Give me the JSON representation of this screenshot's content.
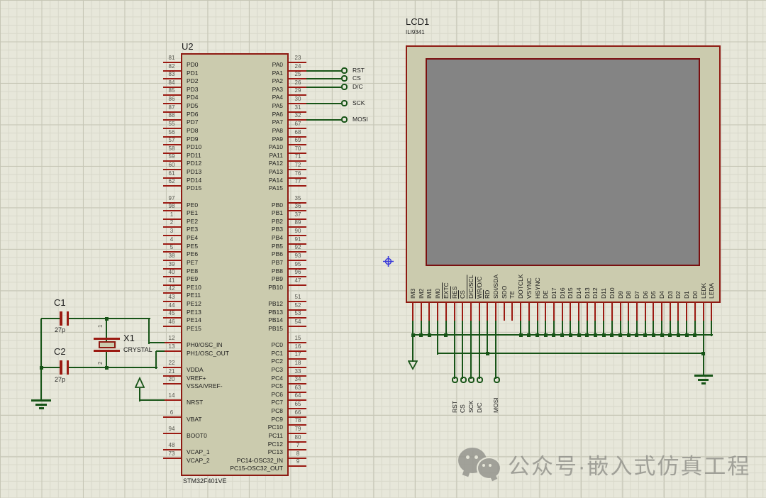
{
  "schematic": {
    "mcu": {
      "ref": "U2",
      "value": "STM32F401VE",
      "left_pins": [
        [
          "81",
          "PD0"
        ],
        [
          "82",
          "PD1"
        ],
        [
          "83",
          "PD2"
        ],
        [
          "84",
          "PD3"
        ],
        [
          "85",
          "PD4"
        ],
        [
          "86",
          "PD5"
        ],
        [
          "87",
          "PD6"
        ],
        [
          "88",
          "PD7"
        ],
        [
          "55",
          "PD8"
        ],
        [
          "56",
          "PD9"
        ],
        [
          "57",
          "PD10"
        ],
        [
          "58",
          "PD11"
        ],
        [
          "59",
          "PD12"
        ],
        [
          "60",
          "PD13"
        ],
        [
          "61",
          "PD14"
        ],
        [
          "62",
          "PD15"
        ],
        null,
        [
          "97",
          "PE0"
        ],
        [
          "98",
          "PE1"
        ],
        [
          "1",
          "PE2"
        ],
        [
          "2",
          "PE3"
        ],
        [
          "3",
          "PE4"
        ],
        [
          "4",
          "PE5"
        ],
        [
          "5",
          "PE6"
        ],
        [
          "38",
          "PE7"
        ],
        [
          "39",
          "PE8"
        ],
        [
          "40",
          "PE9"
        ],
        [
          "41",
          "PE10"
        ],
        [
          "42",
          "PE11"
        ],
        [
          "43",
          "PE12"
        ],
        [
          "44",
          "PE13"
        ],
        [
          "45",
          "PE14"
        ],
        [
          "46",
          "PE15"
        ],
        null,
        [
          "12",
          "PH0/OSC_IN"
        ],
        [
          "13",
          "PH1/OSC_OUT"
        ],
        null,
        [
          "22",
          "VDDA"
        ],
        [
          "21",
          "VREF+"
        ],
        [
          "20",
          "VSSA/VREF-"
        ],
        null,
        [
          "14",
          "NRST"
        ],
        null,
        [
          "6",
          "VBAT"
        ],
        null,
        [
          "94",
          "BOOT0"
        ],
        null,
        [
          "48",
          "VCAP_1"
        ],
        [
          "73",
          "VCAP_2"
        ]
      ],
      "right_pins": [
        [
          "23",
          "PA0"
        ],
        [
          "24",
          "PA1"
        ],
        [
          "25",
          "PA2"
        ],
        [
          "26",
          "PA3"
        ],
        [
          "29",
          "PA4"
        ],
        [
          "30",
          "PA5"
        ],
        [
          "31",
          "PA6"
        ],
        [
          "32",
          "PA7"
        ],
        [
          "67",
          "PA8"
        ],
        [
          "68",
          "PA9"
        ],
        [
          "69",
          "PA10"
        ],
        [
          "70",
          "PA11"
        ],
        [
          "71",
          "PA12"
        ],
        [
          "72",
          "PA13"
        ],
        [
          "76",
          "PA14"
        ],
        [
          "77",
          "PA15"
        ],
        null,
        [
          "35",
          "PB0"
        ],
        [
          "36",
          "PB1"
        ],
        [
          "37",
          "PB2"
        ],
        [
          "89",
          "PB3"
        ],
        [
          "90",
          "PB4"
        ],
        [
          "91",
          "PB5"
        ],
        [
          "92",
          "PB6"
        ],
        [
          "93",
          "PB7"
        ],
        [
          "95",
          "PB8"
        ],
        [
          "96",
          "PB9"
        ],
        [
          "47",
          "PB10"
        ],
        null,
        [
          "51",
          "PB12"
        ],
        [
          "52",
          "PB13"
        ],
        [
          "53",
          "PB14"
        ],
        [
          "54",
          "PB15"
        ],
        null,
        [
          "15",
          "PC0"
        ],
        [
          "16",
          "PC1"
        ],
        [
          "17",
          "PC2"
        ],
        [
          "18",
          "PC3"
        ],
        [
          "33",
          "PC4"
        ],
        [
          "34",
          "PC5"
        ],
        [
          "63",
          "PC6"
        ],
        [
          "64",
          "PC7"
        ],
        [
          "65",
          "PC8"
        ],
        [
          "66",
          "PC9"
        ],
        [
          "78",
          "PC10"
        ],
        [
          "79",
          "PC11"
        ],
        [
          "80",
          "PC12"
        ],
        [
          "7",
          "PC13"
        ],
        [
          "8",
          "PC14-OSC32_IN"
        ],
        [
          "9",
          "PC15-OSC32_OUT"
        ]
      ],
      "terminals": [
        {
          "label": "RST",
          "pin": "PA1"
        },
        {
          "label": "CS",
          "pin": "PA2"
        },
        {
          "label": "D/C",
          "pin": "PA3"
        },
        {
          "label": "SCK",
          "pin": "PA5"
        },
        {
          "label": "MOSI",
          "pin": "PA7"
        }
      ]
    },
    "lcd": {
      "ref": "LCD1",
      "value": "ILI9341",
      "pins": [
        {
          "name": "IM3",
          "conn": "gnd"
        },
        {
          "name": "IM2",
          "conn": "gnd"
        },
        {
          "name": "IM1",
          "conn": "gnd"
        },
        {
          "name": "IM0",
          "conn": "line2start"
        },
        {
          "name": "EXTC",
          "conn": "gnd",
          "ov": 1
        },
        {
          "name": "RES",
          "conn": "term",
          "t": "RST",
          "ov": 1
        },
        {
          "name": "CS",
          "conn": "term",
          "t": "CS",
          "ov": 1
        },
        {
          "name": "D/C/SCL",
          "conn": "term",
          "t": "SCK",
          "ov": 1
        },
        {
          "name": "WR/D/C",
          "conn": "term",
          "t": "D/C",
          "ov": 1
        },
        {
          "name": "RD",
          "conn": "line2",
          "ov": 1
        },
        {
          "name": "SDI/SDA",
          "conn": "term",
          "t": "MOSI"
        },
        {
          "name": "SDO",
          "conn": "none"
        },
        {
          "name": "TE",
          "conn": "none"
        },
        {
          "name": "DOTCLK",
          "conn": "gnd"
        },
        {
          "name": "VSYNC",
          "conn": "gnd"
        },
        {
          "name": "HSYNC",
          "conn": "gnd"
        },
        {
          "name": "DE",
          "conn": "gnd"
        },
        {
          "name": "D17",
          "conn": "gnd"
        },
        {
          "name": "D16",
          "conn": "gnd"
        },
        {
          "name": "D15",
          "conn": "gnd"
        },
        {
          "name": "D14",
          "conn": "gnd"
        },
        {
          "name": "D13",
          "conn": "gnd"
        },
        {
          "name": "D12",
          "conn": "gnd"
        },
        {
          "name": "D11",
          "conn": "gnd"
        },
        {
          "name": "D10",
          "conn": "gnd"
        },
        {
          "name": "D9",
          "conn": "gnd"
        },
        {
          "name": "D8",
          "conn": "gnd"
        },
        {
          "name": "D7",
          "conn": "gnd"
        },
        {
          "name": "D6",
          "conn": "gnd"
        },
        {
          "name": "D5",
          "conn": "gnd"
        },
        {
          "name": "D4",
          "conn": "gnd"
        },
        {
          "name": "D3",
          "conn": "gnd"
        },
        {
          "name": "D2",
          "conn": "gnd"
        },
        {
          "name": "D1",
          "conn": "gnd"
        },
        {
          "name": "D0",
          "conn": "gnd"
        },
        {
          "name": "LEDK",
          "conn": "line2gnd"
        },
        {
          "name": "LEDA",
          "conn": "railend"
        }
      ]
    },
    "crystal": {
      "ref": "X1",
      "value": "CRYSTAL",
      "pin1": "1",
      "pin2": "2"
    },
    "cap1": {
      "ref": "C1",
      "value": "27p"
    },
    "cap2": {
      "ref": "C2",
      "value": "27p"
    }
  },
  "watermark": {
    "text": "公众号·嵌入式仿真工程"
  },
  "colors": {
    "background": "#e7e7da",
    "grid_minor": "#d8d8ca",
    "grid_major": "#c6c6b6",
    "body_fill": "#cbcbae",
    "component_border": "#8e1a12",
    "pin_red": "#9b1a12",
    "wire_green": "#175417",
    "screen_gray": "#848484",
    "text": "#1c1c1c",
    "pin_number": "#54544c",
    "watermark_gray": "#90908a",
    "origin_marker_blue": "#3c3cd8"
  }
}
